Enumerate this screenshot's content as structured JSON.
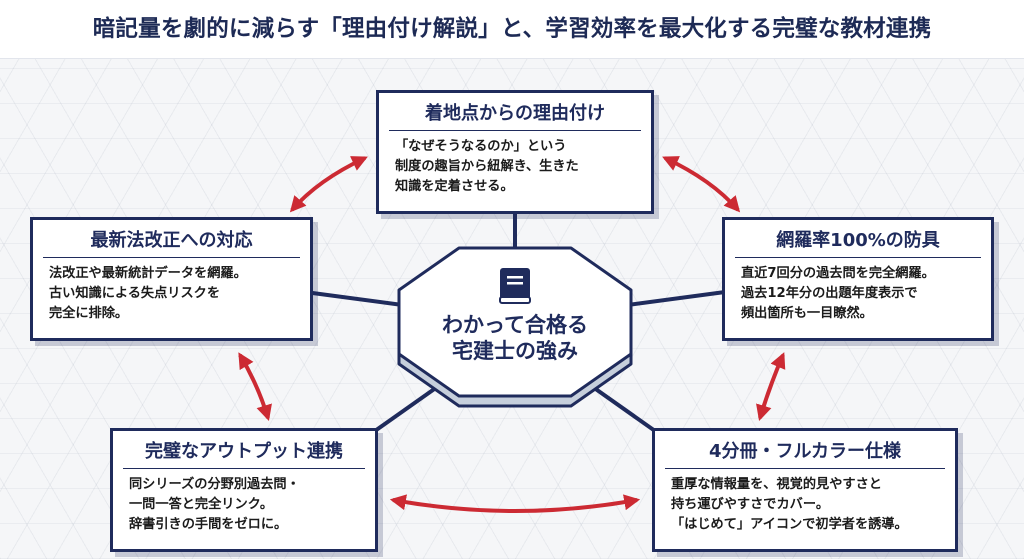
{
  "header": {
    "title": "暗記量を劇的に減らす「理由付け解説」と、学習効率を最大化する完璧な教材連携"
  },
  "center": {
    "line1": "わかって合格る",
    "line2": "宅建士の強み",
    "icon": "book-icon"
  },
  "cards": {
    "top": {
      "title": "着地点からの理由付け",
      "lines": [
        "「なぜそうなるのか」という",
        "制度の趣旨から紐解き、生きた",
        "知識を定着させる。"
      ]
    },
    "left": {
      "title": "最新法改正への対応",
      "lines": [
        "法改正や最新統計データを網羅。",
        "古い知識による失点リスクを",
        "完全に排除。"
      ]
    },
    "right": {
      "title": "網羅率100%の防具",
      "lines": [
        "直近7回分の過去問を完全網羅。",
        "過去12年分の出題年度表示で",
        "頻出箇所も一目瞭然。"
      ]
    },
    "bottom_left": {
      "title": "完璧なアウトプット連携",
      "lines": [
        "同シリーズの分野別過去問・",
        "一問一答と完全リンク。",
        "辞書引きの手間をゼロに。"
      ]
    },
    "bottom_right": {
      "title": "4分冊・フルカラー仕様",
      "lines": [
        "重厚な情報量を、視覚的見やすさと",
        "持ち運びやすさでカバー。",
        "「はじめて」アイコンで初学者を誘導。"
      ]
    }
  },
  "colors": {
    "navy": "#1f2b5c",
    "arrow": "#cc2a33",
    "background": "#f5f6f8"
  }
}
